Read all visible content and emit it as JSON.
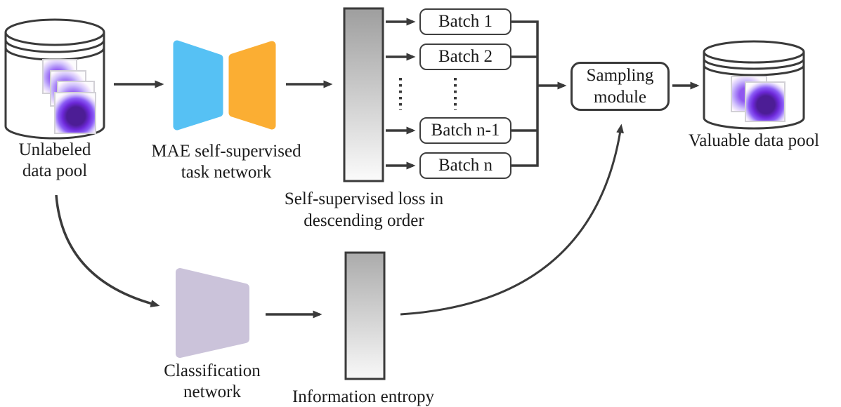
{
  "colors": {
    "line": "#3a3a3a",
    "text": "#1c1c1c",
    "encoder_blue": "#56C1F4",
    "decoder_orange": "#FBAE33",
    "classifier_lavender": "#CBC3DA",
    "bar_gradient_top": "#9e9e9e",
    "bar_gradient_bottom": "#fbfbfb"
  },
  "nodes": {
    "unlabeled_pool": {
      "line1": "Unlabeled",
      "line2": "data pool"
    },
    "mae_network": {
      "line1": "MAE self-supervised",
      "line2": "task network"
    },
    "loss_bar_caption": {
      "line1": "Self-supervised loss in",
      "line2": "descending order"
    },
    "batches": [
      "Batch 1",
      "Batch 2",
      "Batch n-1",
      "Batch n"
    ],
    "sampling_module": {
      "line1": "Sampling",
      "line2": "module"
    },
    "valuable_pool": {
      "label": "Valuable data pool"
    },
    "classification_network": {
      "line1": "Classification",
      "line2": "network"
    },
    "entropy_bar_caption": {
      "label": "Information entropy"
    }
  }
}
